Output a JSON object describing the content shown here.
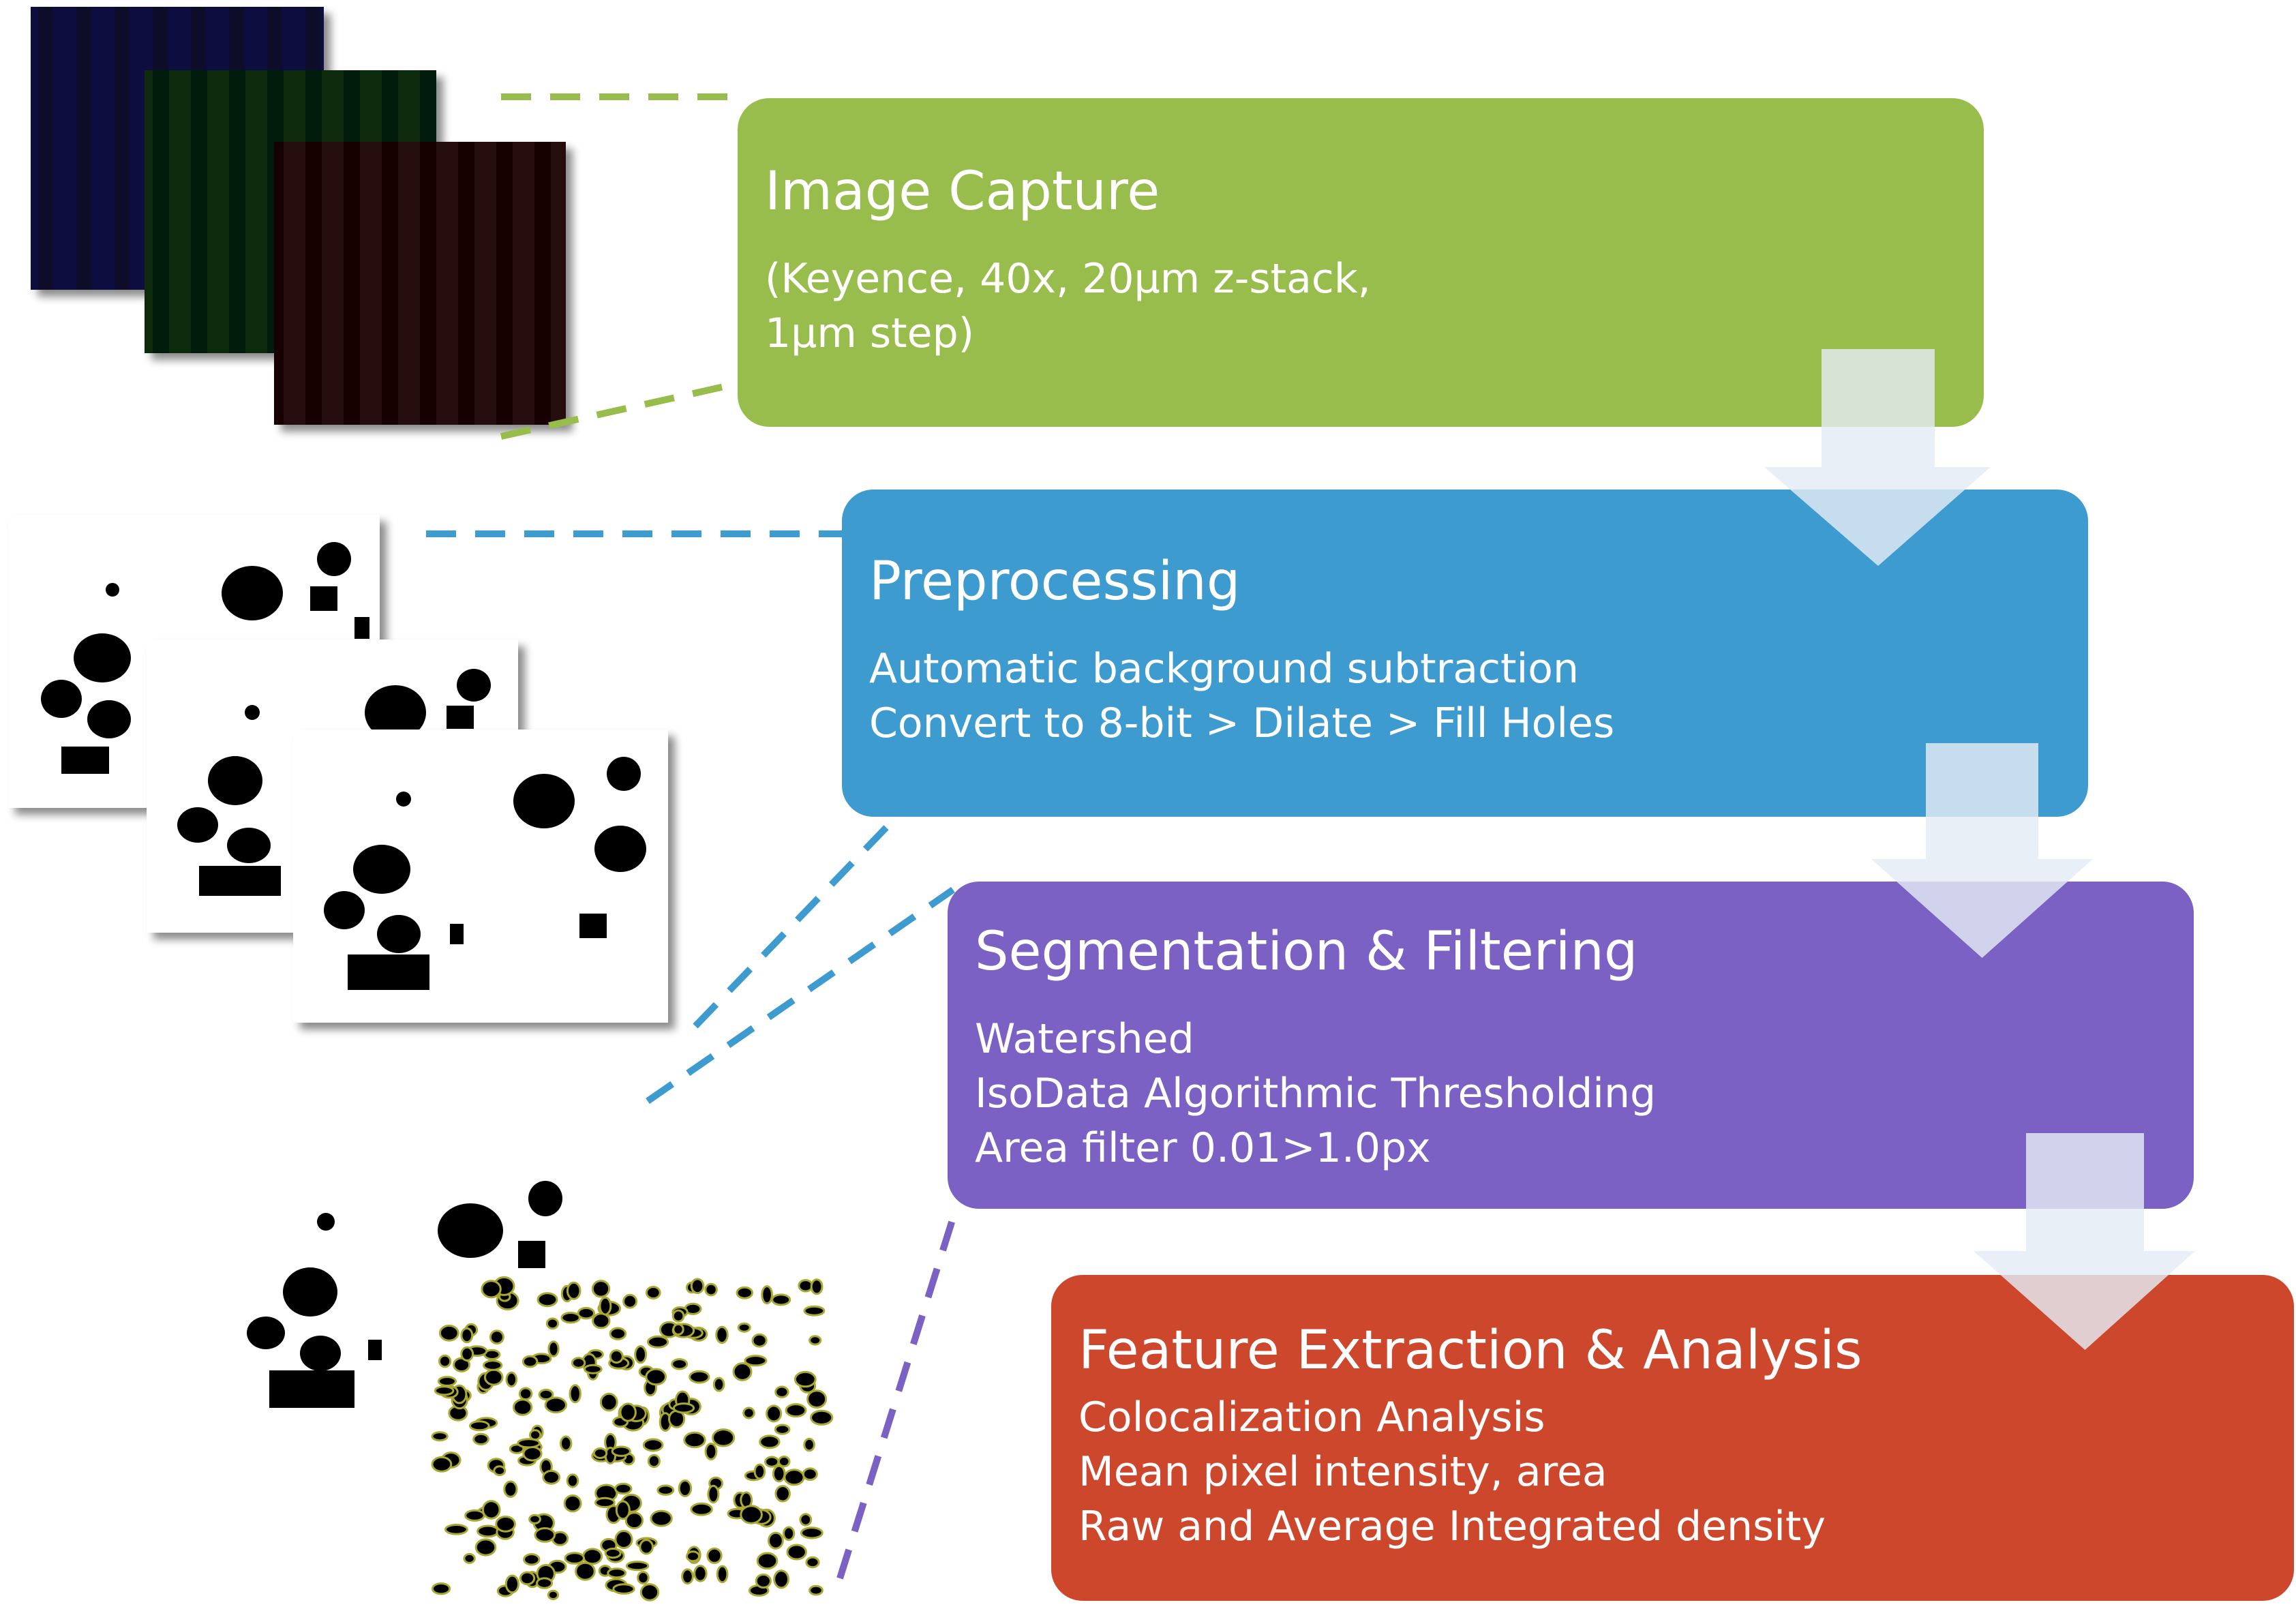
{
  "steps": [
    {
      "title": "Image Capture",
      "lines": [
        "(Keyence, 40x, 20μm z-stack,",
        "1μm step)"
      ],
      "color": "#99bd4c"
    },
    {
      "title": "Preprocessing",
      "lines": [
        "Automatic background subtraction",
        "Convert to 8-bit > Dilate > Fill Holes"
      ],
      "color": "#3d9bcf"
    },
    {
      "title": "Segmentation & Filtering",
      "lines": [
        "Watershed",
        "IsoData Algorithmic Thresholding",
        "Area filter 0.01>1.0px"
      ],
      "color": "#7b61c3"
    },
    {
      "title": "Feature Extraction & Analysis",
      "lines": [
        "Colocalization Analysis",
        "Mean pixel intensity, area",
        "Raw and Average Integrated density"
      ],
      "color": "#cc472c"
    }
  ],
  "colors": {
    "capture_dash": "#99bd4c",
    "pre_dash": "#3d9bcf",
    "seg_dash": "#7b61c3",
    "arrow_fill": "#e4ecf4",
    "mask_blob": "#000000",
    "micrograph_blue": "#0d0f38",
    "micrograph_green": "#0a2a0c",
    "micrograph_red": "#2a0808",
    "particle_outline": "#a8a832"
  }
}
